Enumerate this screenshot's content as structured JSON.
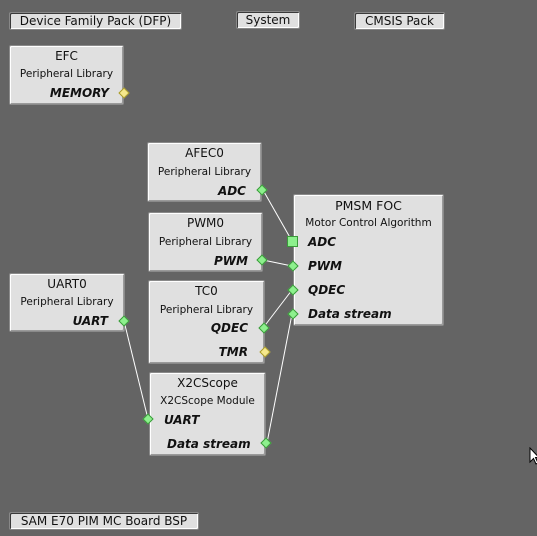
{
  "tabs": {
    "dfp": "Device Family Pack (DFP)",
    "system": "System",
    "cmsis": "CMSIS Pack",
    "bsp": "SAM E70 PIM MC Board BSP"
  },
  "components": {
    "efc": {
      "title": "EFC",
      "subtitle": "Peripheral Library",
      "ports": [
        "MEMORY"
      ]
    },
    "afec0": {
      "title": "AFEC0",
      "subtitle": "Peripheral Library",
      "ports": [
        "ADC"
      ]
    },
    "pwm0": {
      "title": "PWM0",
      "subtitle": "Peripheral Library",
      "ports": [
        "PWM"
      ]
    },
    "tc0": {
      "title": "TC0",
      "subtitle": "Peripheral Library",
      "ports": [
        "QDEC",
        "TMR"
      ]
    },
    "uart0": {
      "title": "UART0",
      "subtitle": "Peripheral Library",
      "ports": [
        "UART"
      ]
    },
    "x2cscope": {
      "title": "X2CScope",
      "subtitle": "X2CScope Module",
      "ports": [
        "UART",
        "Data stream"
      ]
    },
    "pmsm": {
      "title": "PMSM FOC",
      "subtitle": "Motor Control Algorithm",
      "ports": [
        "ADC",
        "PWM",
        "QDEC",
        "Data stream"
      ]
    }
  },
  "colors": {
    "background": "#646464",
    "connected_pin": "#8df08d",
    "unconnected_pin": "#f5e88c",
    "wire": "#ffffff"
  }
}
